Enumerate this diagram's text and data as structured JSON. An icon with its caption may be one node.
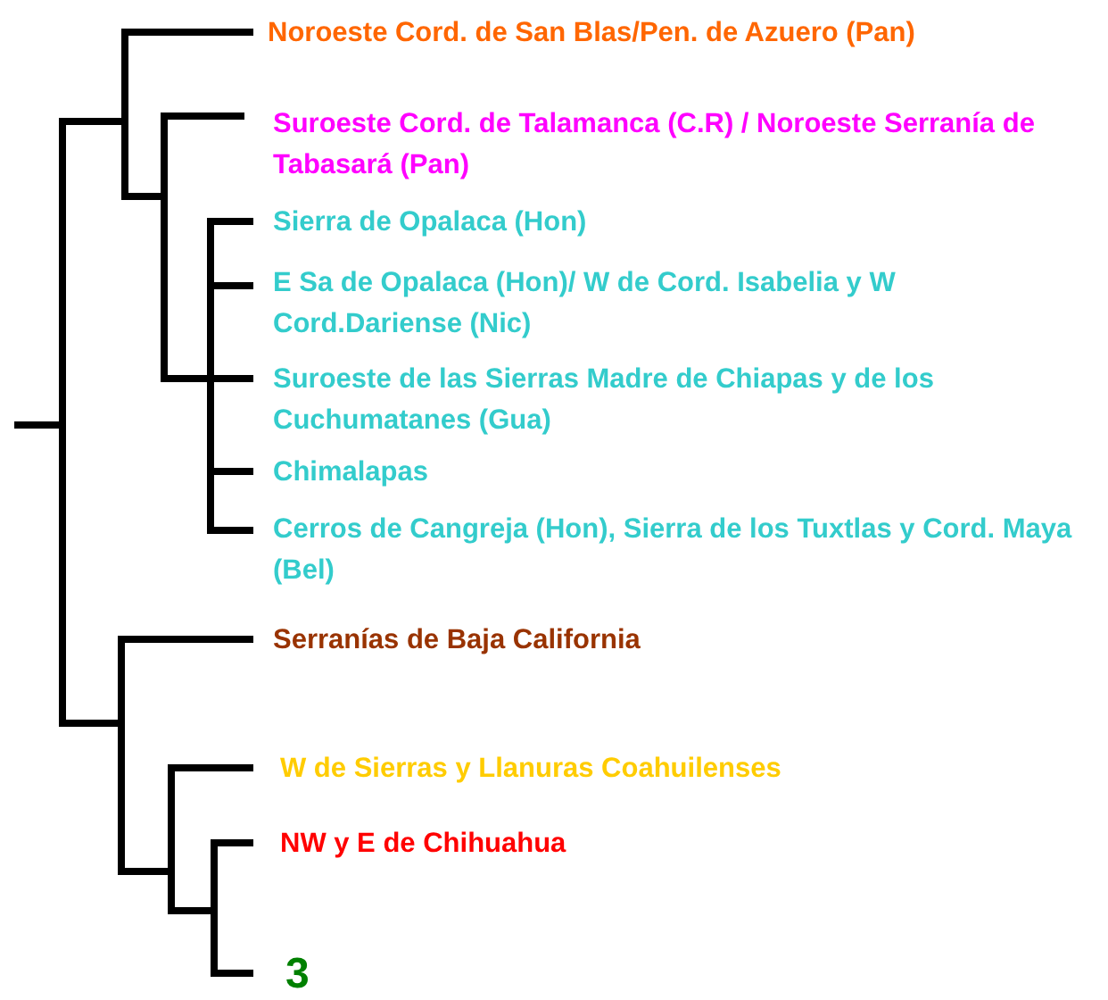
{
  "diagram": {
    "nodes": [
      {
        "text": [
          "Noroeste Cord. de San Blas/Pen. de Azuero (Pan)"
        ]
      },
      {
        "text": [
          "Suroeste Cord. de Talamanca (C.R) / Noroeste Serranía de Tabasará (Pan)"
        ]
      },
      {
        "text": [
          "Sierra de Opalaca (Hon)"
        ]
      },
      {
        "text": [
          "E Sa de Opalaca (Hon)/ W de Cord. Isabelia y W Cord.Dariense (Nic)"
        ]
      },
      {
        "text": [
          "Suroeste de las Sierras Madre de Chiapas y de los Cuchumatanes (Gua)"
        ]
      },
      {
        "text": [
          "Chimalapas"
        ]
      },
      {
        "text": [
          "Cerros de Cangreja (Hon), Sierra de los Tuxtlas y Cord. Maya (Bel)"
        ]
      },
      {
        "text": [
          "Serranías de Baja California"
        ]
      },
      {
        "text": [
          "W de Sierras y Llanuras Coahuilenses"
        ]
      },
      {
        "text": [
          "NW y E de Chihuahua"
        ]
      },
      {
        "text": [
          "3"
        ]
      }
    ]
  }
}
